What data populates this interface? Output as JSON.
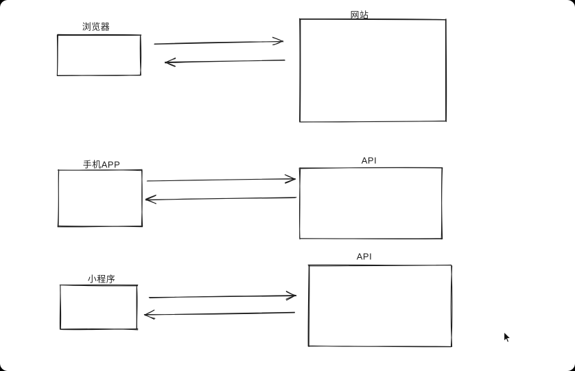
{
  "canvas": {
    "background_color": "#ffffff",
    "stroke_color": "#1e1e1e"
  },
  "diagram": {
    "rows": [
      {
        "client_label": "浏览器",
        "server_label": "网站"
      },
      {
        "client_label": "手机APP",
        "server_label": "API"
      },
      {
        "client_label": "小程序",
        "server_label": "API"
      }
    ]
  }
}
